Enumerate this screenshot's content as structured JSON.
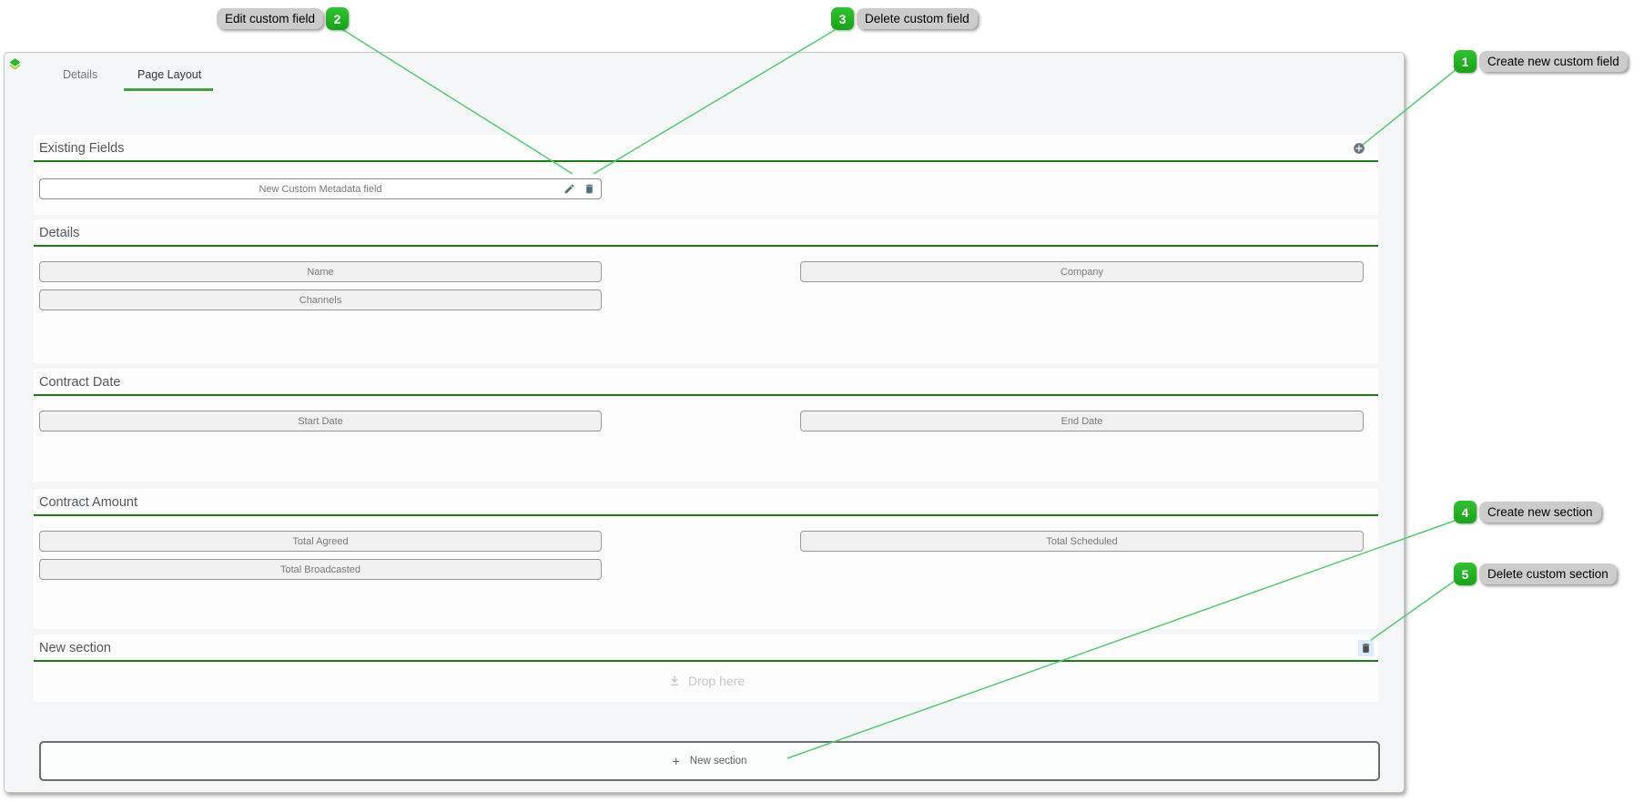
{
  "tabs": {
    "details": "Details",
    "page_layout": "Page Layout"
  },
  "existing_fields": {
    "title": "Existing Fields",
    "custom_field_label": "New Custom Metadata field"
  },
  "details_section": {
    "title": "Details",
    "name": "Name",
    "company": "Company",
    "channels": "Channels"
  },
  "contract_date_section": {
    "title": "Contract Date",
    "start_date": "Start Date",
    "end_date": "End Date"
  },
  "contract_amount_section": {
    "title": "Contract Amount",
    "total_agreed": "Total Agreed",
    "total_scheduled": "Total Scheduled",
    "total_broadcasted": "Total Broadcasted"
  },
  "new_section": {
    "title": "New section",
    "drop_hint": "Drop here"
  },
  "new_section_button": {
    "plus": "+",
    "label": "New section"
  },
  "callouts": {
    "create_custom_field": {
      "number": "1",
      "label": "Create new custom field"
    },
    "edit_custom_field": {
      "number": "2",
      "label": "Edit custom field"
    },
    "delete_custom_field": {
      "number": "3",
      "label": "Delete custom field"
    },
    "create_new_section": {
      "number": "4",
      "label": "Create new section"
    },
    "delete_custom_section": {
      "number": "5",
      "label": "Delete custom section"
    }
  },
  "colors": {
    "section_underline": "#1b7e1b",
    "tab_underline": "#43a047",
    "badge_green": "#1db31d",
    "connector_green": "#57c96f"
  }
}
